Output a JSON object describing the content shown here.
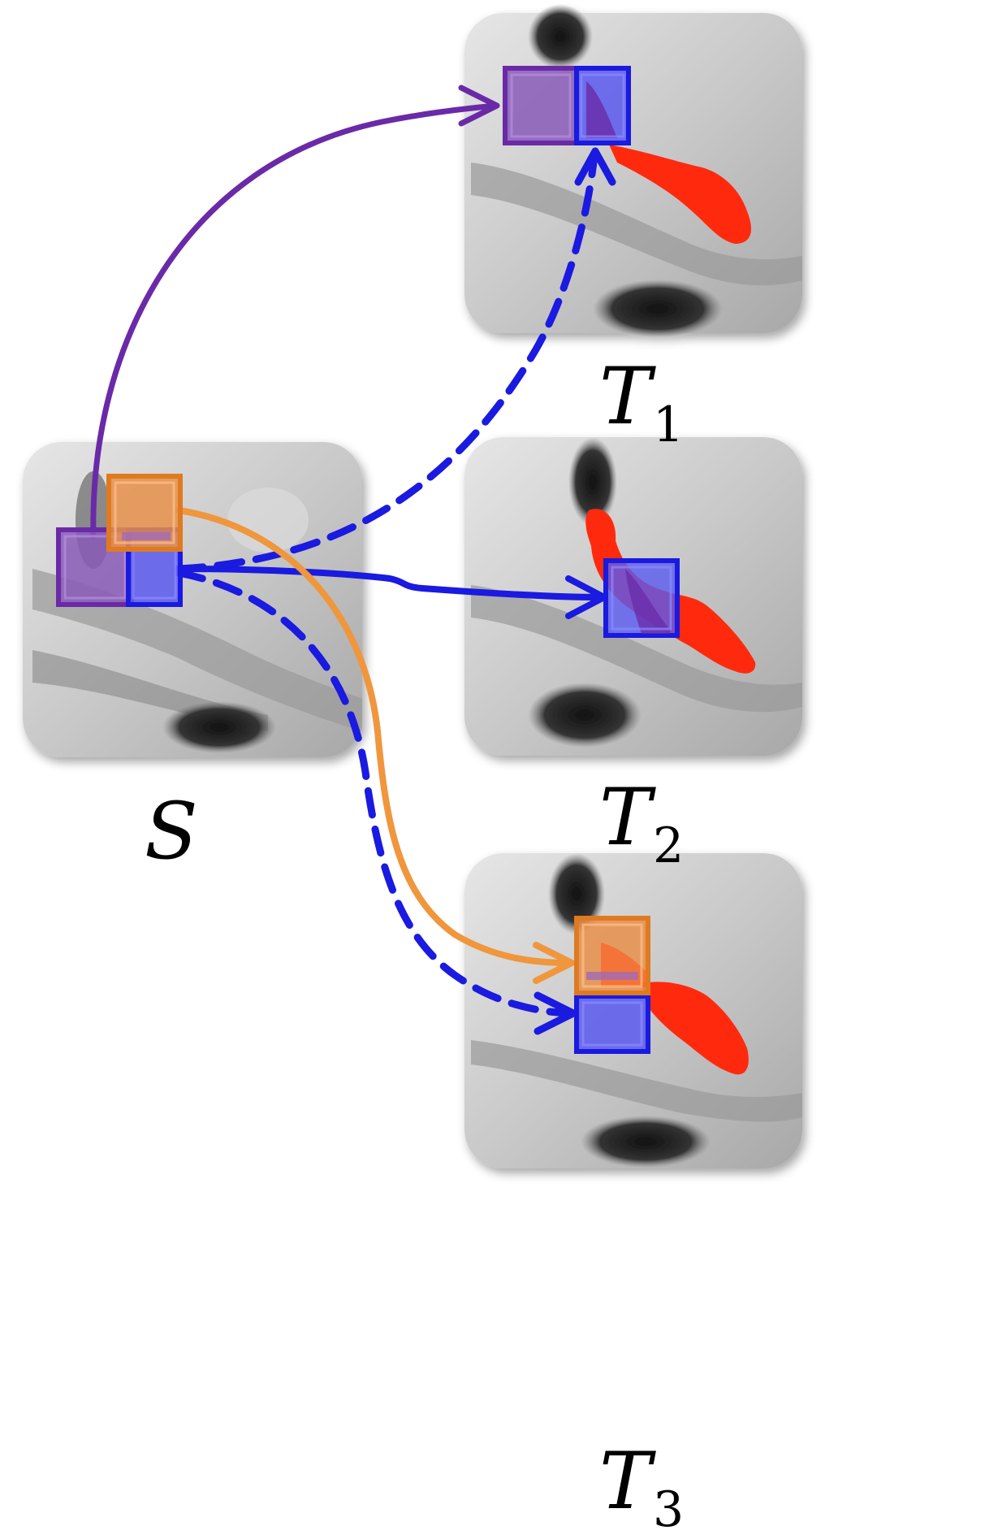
{
  "labels": {
    "source": "S",
    "targets": [
      {
        "letter": "T",
        "index": "1"
      },
      {
        "letter": "T",
        "index": "2"
      },
      {
        "letter": "T",
        "index": "3"
      }
    ]
  },
  "colors": {
    "purple": "#6a2aa8",
    "purple_fill": "#8a5ab8",
    "blue": "#1a1ae0",
    "blue_fill": "#5a5af0",
    "orange": "#f0963c",
    "orange_fill": "#e8904a",
    "red_segmentation": "#ff2a10",
    "panel_bg": "#c8c8c8"
  }
}
